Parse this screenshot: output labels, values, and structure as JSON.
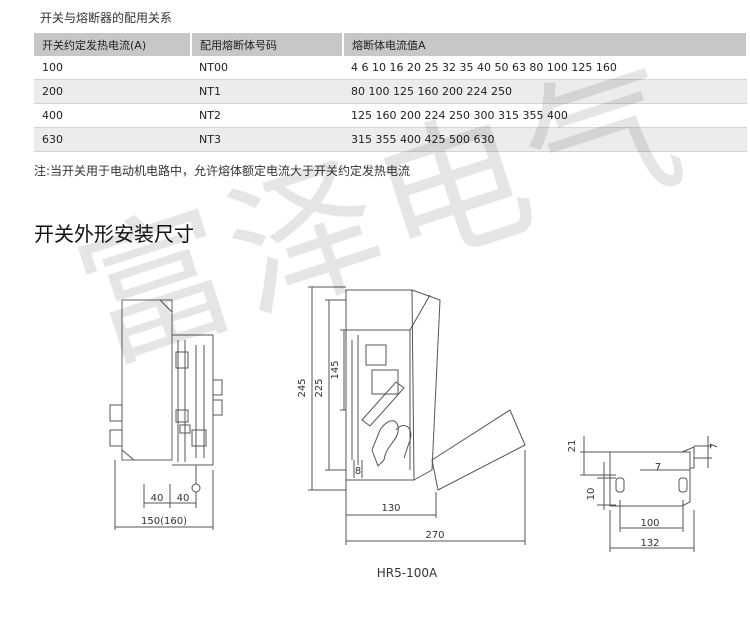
{
  "table_caption": "开关与熔断器的配用关系",
  "table": {
    "headers": [
      "开关约定发热电流(A)",
      "配用熔断体号码",
      "熔断体电流值A"
    ],
    "rows": [
      [
        "100",
        "NT00",
        "4 6 10 16 20 25 32 35  40 50 63 80 100 125 160"
      ],
      [
        "200",
        "NT1",
        "80 100 125 160 200 224 250"
      ],
      [
        "400",
        "NT2",
        "125 160 200 224 250 300 315 355 400"
      ],
      [
        "630",
        "NT3",
        "315 355 400 425 500 630"
      ]
    ]
  },
  "note": "注:当开关用于电动机电路中，允许熔体额定电流大于开关约定发热电流",
  "section_title": "开关外形安装尺寸",
  "watermark": "富泽电气",
  "drawing": {
    "model_label": "HR5-100A",
    "left_dims": [
      "40",
      "40",
      "150(160)"
    ],
    "center_dims": [
      "245",
      "225",
      "145",
      "8",
      "130",
      "270"
    ],
    "right_dims": [
      "21",
      "7",
      "10",
      "7",
      "100",
      "132"
    ]
  }
}
